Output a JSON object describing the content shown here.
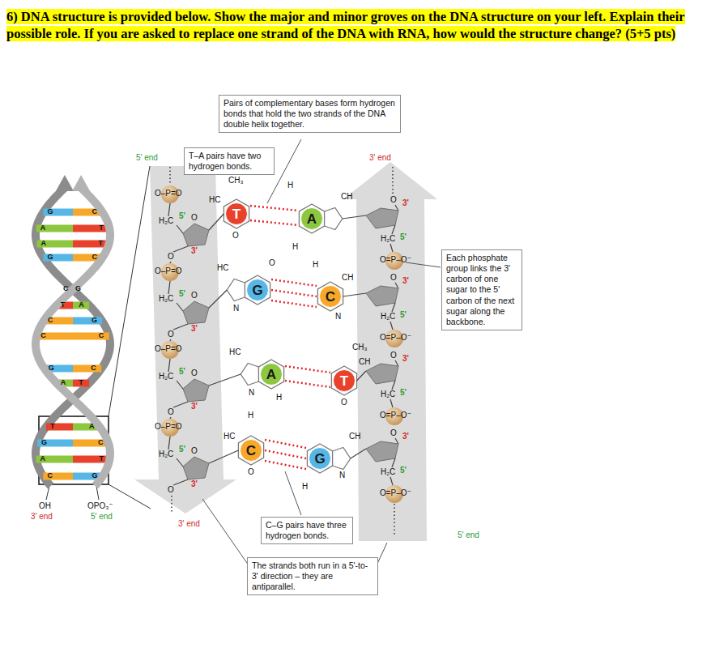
{
  "diagram": {
    "title": "6) DNA structure is provided below. Show the major and minor groves on the DNA structure on your left. Explain their possible role. If you are asked to replace one strand of the DNA with RNA, how would the structure change? (5+5 pts)",
    "nodes": [
      {
        "text": [
          "Pairs of complementary bases form hydrogen bonds that hold the two strands of the DNA double helix together."
        ]
      },
      {
        "text": [
          "T–A pairs have two hydrogen bonds."
        ]
      },
      {
        "text": [
          "T"
        ]
      },
      {
        "text": [
          "A"
        ]
      },
      {
        "text": [
          "Each phosphate group links the 3' carbon of one sugar to the 5' carbon of the next sugar along the backbone."
        ]
      },
      {
        "text": [
          "G"
        ]
      },
      {
        "text": [
          "C"
        ]
      },
      {
        "text": [
          "A"
        ]
      },
      {
        "text": [
          "T"
        ]
      },
      {
        "text": [
          "C"
        ]
      },
      {
        "text": [
          "G"
        ]
      },
      {
        "text": [
          "C–G pairs have three hydrogen bonds."
        ]
      },
      {
        "text": [
          "The strands both run in a 5'-to-3' direction – they are antiparallel."
        ]
      }
    ],
    "labels": [
      "G",
      "C",
      "A",
      "T",
      "A",
      "T",
      "G",
      "C",
      "C",
      "G",
      "T",
      "A",
      "C",
      "G",
      "C",
      "C",
      "G",
      "C",
      "A",
      "T",
      "T",
      "A",
      "G",
      "C",
      "A",
      "T",
      "C",
      "G",
      "OH",
      "3' end",
      "OPO₃⁻",
      "5' end",
      "5' end",
      "3' end",
      "3' end",
      "5' end",
      "O–P=O",
      "H₂C",
      "5'",
      "O",
      "3'",
      "O",
      "O–P=O",
      "H₂C",
      "5'",
      "O",
      "3'",
      "O",
      "O–P=O",
      "H₂C",
      "5'",
      "O",
      "3'",
      "O",
      "O–P=O",
      "H₂C",
      "5'",
      "O",
      "3'",
      "O",
      "O",
      "3'",
      "H₂C",
      "5'",
      "O=P–O⁻",
      "O",
      "3'",
      "H₂C",
      "5'",
      "O=P–O⁻",
      "O",
      "3'",
      "H₂C",
      "5'",
      "O=P–O⁻",
      "O",
      "3'",
      "H₂C",
      "5'",
      "O=P–O⁻",
      "CH₃",
      "HC",
      "O",
      "H",
      "CH",
      "H",
      "HC",
      "N",
      "O",
      "H",
      "CH",
      "N",
      "HC",
      "N",
      "H",
      "CH₃",
      "CH",
      "O",
      "H",
      "HC",
      "O",
      "CH",
      "N",
      "H"
    ]
  }
}
